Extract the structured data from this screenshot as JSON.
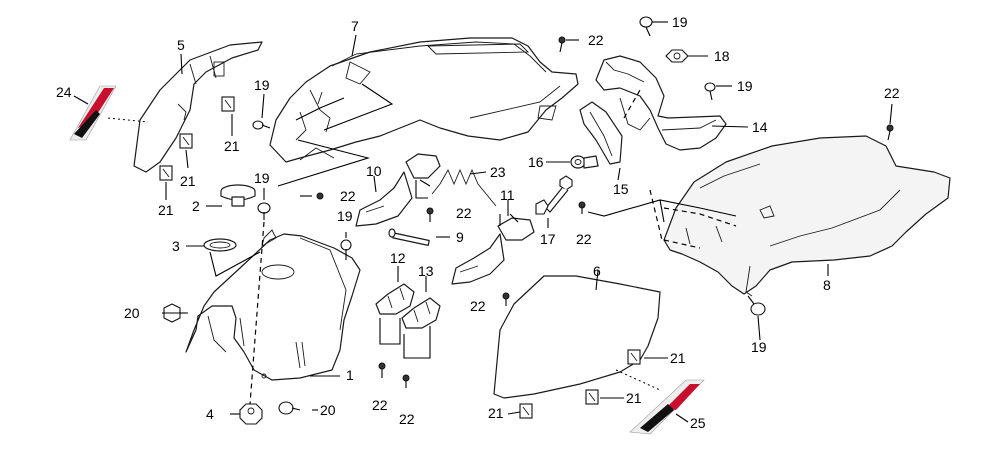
{
  "callouts": [
    {
      "id": "c1",
      "text": "1"
    },
    {
      "id": "c2",
      "text": "2"
    },
    {
      "id": "c3",
      "text": "3"
    },
    {
      "id": "c4",
      "text": "4"
    },
    {
      "id": "c5",
      "text": "5"
    },
    {
      "id": "c6",
      "text": "6"
    },
    {
      "id": "c7",
      "text": "7"
    },
    {
      "id": "c8",
      "text": "8"
    },
    {
      "id": "c9",
      "text": "9"
    },
    {
      "id": "c10",
      "text": "10"
    },
    {
      "id": "c11",
      "text": "11"
    },
    {
      "id": "c12",
      "text": "12"
    },
    {
      "id": "c13",
      "text": "13"
    },
    {
      "id": "c14",
      "text": "14"
    },
    {
      "id": "c15",
      "text": "15"
    },
    {
      "id": "c16",
      "text": "16"
    },
    {
      "id": "c17",
      "text": "17"
    },
    {
      "id": "c18",
      "text": "18"
    },
    {
      "id": "c19a",
      "text": "19"
    },
    {
      "id": "c19b",
      "text": "19"
    },
    {
      "id": "c19c",
      "text": "19"
    },
    {
      "id": "c19d",
      "text": "19"
    },
    {
      "id": "c19e",
      "text": "19"
    },
    {
      "id": "c19f",
      "text": "19"
    },
    {
      "id": "c20a",
      "text": "20"
    },
    {
      "id": "c20b",
      "text": "20"
    },
    {
      "id": "c21a",
      "text": "21"
    },
    {
      "id": "c21b",
      "text": "21"
    },
    {
      "id": "c21c",
      "text": "21"
    },
    {
      "id": "c21d",
      "text": "21"
    },
    {
      "id": "c21e",
      "text": "21"
    },
    {
      "id": "c21f",
      "text": "21"
    },
    {
      "id": "c22a",
      "text": "22"
    },
    {
      "id": "c22b",
      "text": "22"
    },
    {
      "id": "c22c",
      "text": "22"
    },
    {
      "id": "c22d",
      "text": "22"
    },
    {
      "id": "c22e",
      "text": "22"
    },
    {
      "id": "c22f",
      "text": "22"
    },
    {
      "id": "c22g",
      "text": "22"
    },
    {
      "id": "c22h",
      "text": "22"
    },
    {
      "id": "c23",
      "text": "23"
    },
    {
      "id": "c24",
      "text": "24"
    },
    {
      "id": "c25",
      "text": "25"
    }
  ],
  "colors": {
    "decal_red": "#c8102e",
    "decal_black": "#111111",
    "line": "#1a1a1a"
  }
}
